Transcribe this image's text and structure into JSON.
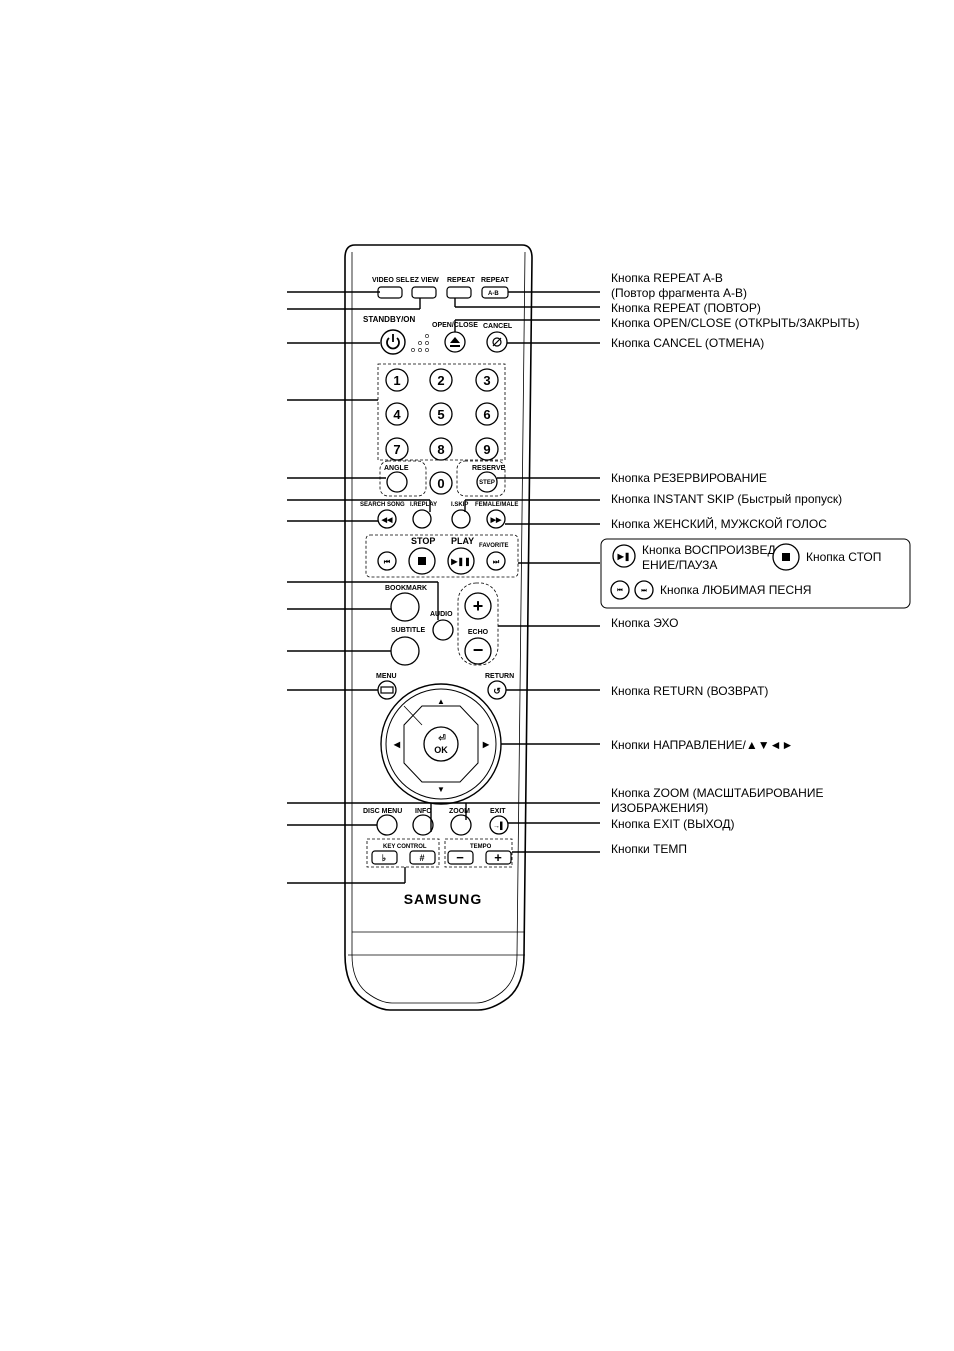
{
  "remote": {
    "brand": "SAMSUNG",
    "buttons": {
      "video_sel": "VIDEO SEL",
      "ez_view": "EZ VIEW",
      "repeat": "REPEAT",
      "repeat_ab_top": "REPEAT",
      "repeat_ab_key": "A-B",
      "standby": "STANDBY/ON",
      "open_close": "OPEN/CLOSE",
      "cancel": "CANCEL",
      "digits": [
        "1",
        "2",
        "3",
        "4",
        "5",
        "6",
        "7",
        "8",
        "9",
        "0"
      ],
      "angle": "ANGLE",
      "reserve": "RESERVE",
      "step": "STEP",
      "search_song": "SEARCH SONG",
      "i_replay": "I.REPLAY",
      "i_skip": "I.SKIP",
      "female_male": "FEMALE/MALE",
      "stop": "STOP",
      "play": "PLAY",
      "favorite": "FAVORITE",
      "bookmark": "BOOKMARK",
      "audio": "AUDIO",
      "echo": "ECHO",
      "subtitle": "SUBTITLE",
      "menu": "MENU",
      "return": "RETURN",
      "ok": "OK",
      "disc_menu": "DISC MENU",
      "info": "INFO",
      "zoom": "ZOOM",
      "exit": "EXIT",
      "key_control": "KEY CONTROL",
      "tempo": "TEMPO"
    }
  },
  "callouts": {
    "repeat_ab_1": "Кнопка REPEAT A-B",
    "repeat_ab_2": "(Повтор фрагмента A-B)",
    "repeat": "Кнопка REPEAT (ПОВТОР)",
    "open_close": "Кнопка OPEN/CLOSE (ОТКРЫТЬ/ЗАКРЫТЬ)",
    "cancel": "Кнопка CANCEL (ОТМЕНА)",
    "reserve": "Кнопка РЕЗЕРВИРОВАНИЕ",
    "instant_skip": "Кнопка INSTANT SKIP (Быстрый пропуск)",
    "female_male": "Кнопка ЖЕНСКИЙ, МУЖСКОЙ ГОЛОС",
    "play_pause_1": "Кнопка ВОСПРОИЗВЕД",
    "play_pause_2": "ЕНИЕ/ПАУЗА",
    "stop": "Кнопка СТОП",
    "favorite": "Кнопка ЛЮБИМАЯ ПЕСНЯ",
    "echo": "Кнопка ЭХО",
    "return": "Кнопка RETURN (ВОЗВРАТ)",
    "direction": "Кнопки НАПРАВЛЕНИЕ/▲▼◄►",
    "zoom_1": "Кнопка ZOOM (МАСШТАБИРОВАНИЕ",
    "zoom_2": "ИЗОБРАЖЕНИЯ)",
    "exit": "Кнопка EXIT (ВЫХОД)",
    "tempo": "Кнопки ТЕМП"
  }
}
